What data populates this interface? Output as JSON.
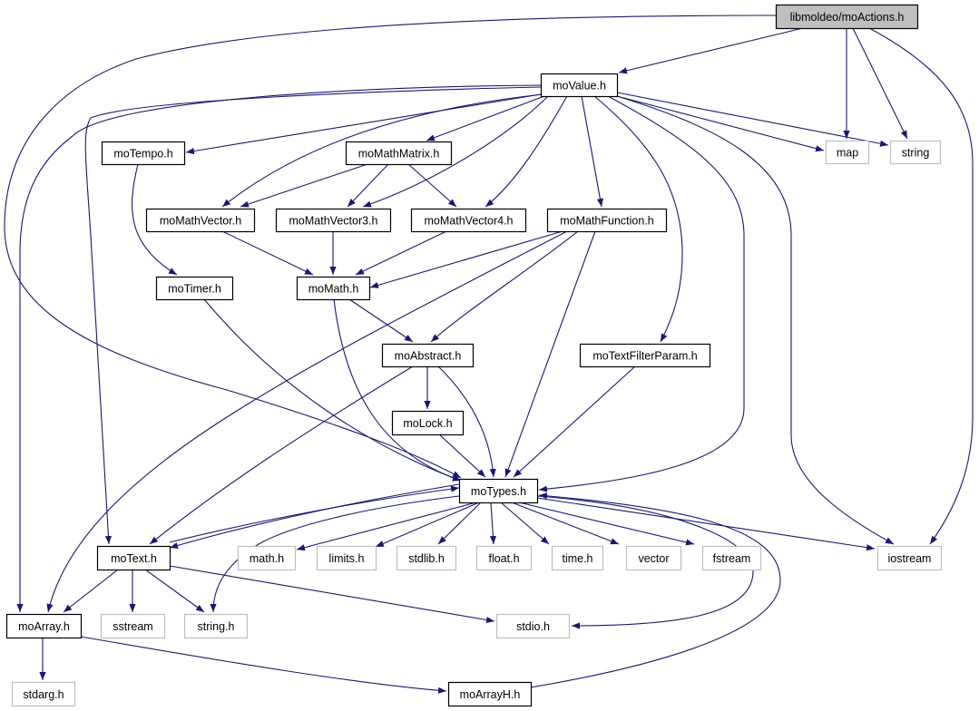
{
  "diagram": {
    "type": "include-dependency-graph",
    "colors": {
      "edge": "#191970",
      "root_fill": "#bfbfbf",
      "root_border": "#000000",
      "documented_fill": "#ffffff",
      "documented_border": "#000000",
      "external_fill": "#ffffff",
      "external_border": "#bfbfbf",
      "external_text": "#000000"
    },
    "nodes": [
      {
        "id": "moActions",
        "label": "libmoldeo/moActions.h",
        "kind": "root"
      },
      {
        "id": "moValue",
        "label": "moValue.h",
        "kind": "documented"
      },
      {
        "id": "map",
        "label": "map",
        "kind": "external"
      },
      {
        "id": "string",
        "label": "string",
        "kind": "external"
      },
      {
        "id": "moTempo",
        "label": "moTempo.h",
        "kind": "documented"
      },
      {
        "id": "moMathMatrix",
        "label": "moMathMatrix.h",
        "kind": "documented"
      },
      {
        "id": "moMathVector",
        "label": "moMathVector.h",
        "kind": "documented"
      },
      {
        "id": "moMathVector3",
        "label": "moMathVector3.h",
        "kind": "documented"
      },
      {
        "id": "moMathVector4",
        "label": "moMathVector4.h",
        "kind": "documented"
      },
      {
        "id": "moMathFunction",
        "label": "moMathFunction.h",
        "kind": "documented"
      },
      {
        "id": "moTimer",
        "label": "moTimer.h",
        "kind": "documented"
      },
      {
        "id": "moMath",
        "label": "moMath.h",
        "kind": "documented"
      },
      {
        "id": "moAbstract",
        "label": "moAbstract.h",
        "kind": "documented"
      },
      {
        "id": "moTextFilterParam",
        "label": "moTextFilterParam.h",
        "kind": "documented"
      },
      {
        "id": "moLock",
        "label": "moLock.h",
        "kind": "documented"
      },
      {
        "id": "moTypes",
        "label": "moTypes.h",
        "kind": "documented"
      },
      {
        "id": "moText",
        "label": "moText.h",
        "kind": "documented"
      },
      {
        "id": "math_h",
        "label": "math.h",
        "kind": "external"
      },
      {
        "id": "limits_h",
        "label": "limits.h",
        "kind": "external"
      },
      {
        "id": "stdlib_h",
        "label": "stdlib.h",
        "kind": "external"
      },
      {
        "id": "float_h",
        "label": "float.h",
        "kind": "external"
      },
      {
        "id": "time_h",
        "label": "time.h",
        "kind": "external"
      },
      {
        "id": "vector",
        "label": "vector",
        "kind": "external"
      },
      {
        "id": "fstream",
        "label": "fstream",
        "kind": "external"
      },
      {
        "id": "iostream",
        "label": "iostream",
        "kind": "external"
      },
      {
        "id": "moArray",
        "label": "moArray.h",
        "kind": "documented"
      },
      {
        "id": "sstream",
        "label": "sstream",
        "kind": "external"
      },
      {
        "id": "string_h",
        "label": "string.h",
        "kind": "external"
      },
      {
        "id": "stdio_h",
        "label": "stdio.h",
        "kind": "external"
      },
      {
        "id": "stdarg_h",
        "label": "stdarg.h",
        "kind": "external"
      },
      {
        "id": "moArrayH",
        "label": "moArrayH.h",
        "kind": "documented"
      }
    ],
    "edges": [
      {
        "from": "moActions",
        "to": "moValue"
      },
      {
        "from": "moActions",
        "to": "map"
      },
      {
        "from": "moActions",
        "to": "string"
      },
      {
        "from": "moActions",
        "to": "iostream"
      },
      {
        "from": "moActions",
        "to": "moTypes"
      },
      {
        "from": "moValue",
        "to": "moTempo"
      },
      {
        "from": "moValue",
        "to": "moMathMatrix"
      },
      {
        "from": "moValue",
        "to": "moMathVector"
      },
      {
        "from": "moValue",
        "to": "moMathVector3"
      },
      {
        "from": "moValue",
        "to": "moMathVector4"
      },
      {
        "from": "moValue",
        "to": "moMathFunction"
      },
      {
        "from": "moValue",
        "to": "moTextFilterParam"
      },
      {
        "from": "moValue",
        "to": "moTypes"
      },
      {
        "from": "moValue",
        "to": "map"
      },
      {
        "from": "moValue",
        "to": "string"
      },
      {
        "from": "moValue",
        "to": "iostream"
      },
      {
        "from": "moValue",
        "to": "moText"
      },
      {
        "from": "moValue",
        "to": "moArray"
      },
      {
        "from": "moTempo",
        "to": "moTimer"
      },
      {
        "from": "moMathMatrix",
        "to": "moMathVector"
      },
      {
        "from": "moMathMatrix",
        "to": "moMathVector3"
      },
      {
        "from": "moMathMatrix",
        "to": "moMathVector4"
      },
      {
        "from": "moMathVector",
        "to": "moMath"
      },
      {
        "from": "moMathVector3",
        "to": "moMath"
      },
      {
        "from": "moMathVector4",
        "to": "moMath"
      },
      {
        "from": "moMathFunction",
        "to": "moMath"
      },
      {
        "from": "moMathFunction",
        "to": "moAbstract"
      },
      {
        "from": "moMathFunction",
        "to": "moTypes"
      },
      {
        "from": "moMathFunction",
        "to": "moArray"
      },
      {
        "from": "moTimer",
        "to": "moTypes"
      },
      {
        "from": "moMath",
        "to": "moAbstract"
      },
      {
        "from": "moMath",
        "to": "moTypes"
      },
      {
        "from": "moAbstract",
        "to": "moLock"
      },
      {
        "from": "moAbstract",
        "to": "moTypes"
      },
      {
        "from": "moAbstract",
        "to": "moText"
      },
      {
        "from": "moTextFilterParam",
        "to": "moTypes"
      },
      {
        "from": "moLock",
        "to": "moTypes"
      },
      {
        "from": "moTypes",
        "to": "moText"
      },
      {
        "from": "moTypes",
        "to": "math_h"
      },
      {
        "from": "moTypes",
        "to": "limits_h"
      },
      {
        "from": "moTypes",
        "to": "stdlib_h"
      },
      {
        "from": "moTypes",
        "to": "float_h"
      },
      {
        "from": "moTypes",
        "to": "time_h"
      },
      {
        "from": "moTypes",
        "to": "vector"
      },
      {
        "from": "moTypes",
        "to": "fstream"
      },
      {
        "from": "moTypes",
        "to": "iostream"
      },
      {
        "from": "moTypes",
        "to": "string_h"
      },
      {
        "from": "moTypes",
        "to": "stdio_h"
      },
      {
        "from": "moText",
        "to": "moTypes"
      },
      {
        "from": "moText",
        "to": "moArray"
      },
      {
        "from": "moText",
        "to": "sstream"
      },
      {
        "from": "moText",
        "to": "string_h"
      },
      {
        "from": "moText",
        "to": "stdio_h"
      },
      {
        "from": "moArray",
        "to": "stdarg_h"
      },
      {
        "from": "moArray",
        "to": "moArrayH"
      },
      {
        "from": "moArrayH",
        "to": "moTypes"
      }
    ]
  }
}
